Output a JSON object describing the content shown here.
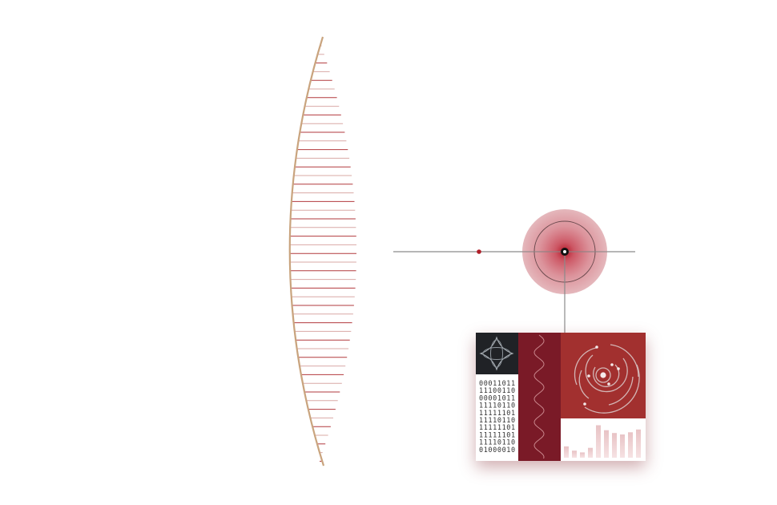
{
  "colors": {
    "background": "#ffffff",
    "lens_edge": "#c9a47e",
    "lens_rule_dark": "#b23a3e",
    "lens_rule_light": "#d9a8a6",
    "axis_line": "#8a8a8a",
    "focus_dot": "#b01e28",
    "target_glow": "#c45561",
    "panel_dark": "#202226",
    "panel_maroon": "#7a1a27",
    "panel_red": "#a2302f",
    "panel_light": "#ffffff"
  },
  "icons": {
    "lens": "lens-icon",
    "focus": "focus-point-icon",
    "target": "target-glow-icon",
    "star": "four-point-star-icon",
    "wave": "sine-wave-icon",
    "radar": "radar-icon",
    "bars": "bar-chart-icon"
  },
  "binary_lines": [
    "00011011",
    "11100110",
    "00001011",
    "11110110",
    "11111101",
    "11110110",
    "11111101",
    "11111101",
    "11110110",
    "01000010"
  ],
  "bar_levels": [
    0.32,
    0.2,
    0.15,
    0.28,
    0.92,
    0.78,
    0.7,
    0.66,
    0.72,
    0.8
  ]
}
